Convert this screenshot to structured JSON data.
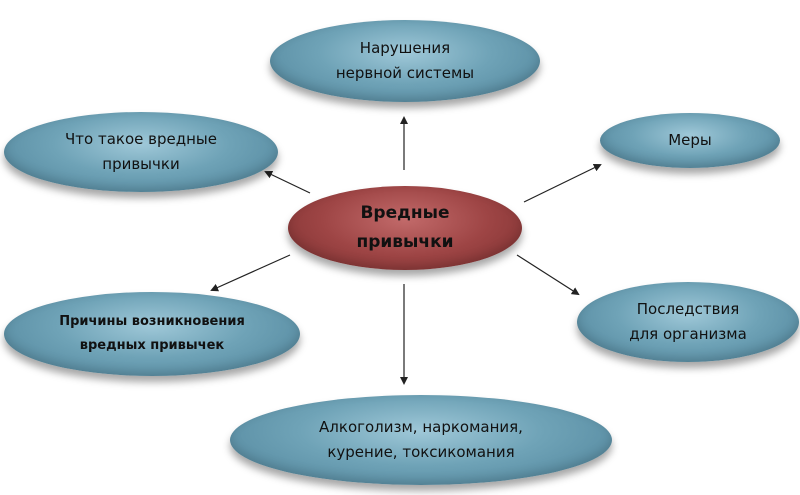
{
  "diagram": {
    "center": {
      "label": "Вредные\nпривычки"
    },
    "nodes": {
      "nerv": {
        "label": "Нарушения\nнервной системы"
      },
      "what": {
        "label": "Что такое вредные\nпривычки"
      },
      "mery": {
        "label": "Меры"
      },
      "causes": {
        "label": "Причины возникновения\nвредных привычек"
      },
      "cons": {
        "label": "Последствия\nдля организма"
      },
      "alco": {
        "label": "Алкоголизм, наркомания,\nкурение, токсикомания"
      }
    }
  },
  "colors": {
    "node_fill": "#6fa3b7",
    "center_fill": "#9e4545",
    "arrow": "#222222"
  }
}
